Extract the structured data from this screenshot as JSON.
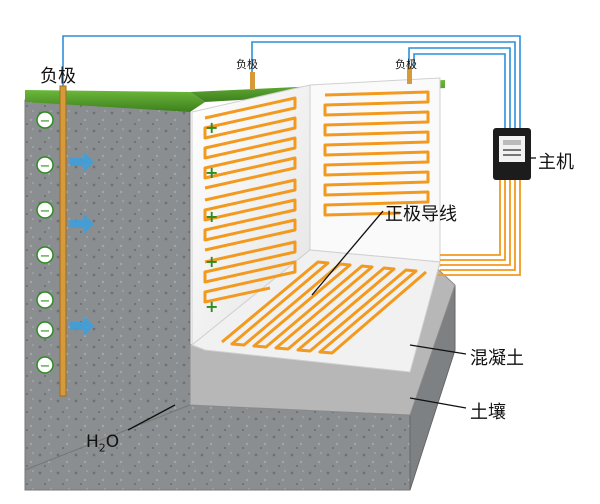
{
  "labels": {
    "cathode": "负极",
    "host": "主机",
    "anode_wire": "正极导线",
    "concrete": "混凝土",
    "soil": "土壤",
    "water_main": "H",
    "water_sub": "2",
    "water_tail": "O"
  },
  "signs": {
    "negative": "−",
    "positive": "+"
  },
  "colors": {
    "soil": "#8a8d8f",
    "grass": "#4f9a2a",
    "wall": "#f2f2f2",
    "wire_orange": "#f39a1e",
    "wire_blue": "#2f8fd8",
    "concrete": "#a9a9a9",
    "positive_green": "#2e8b22"
  }
}
